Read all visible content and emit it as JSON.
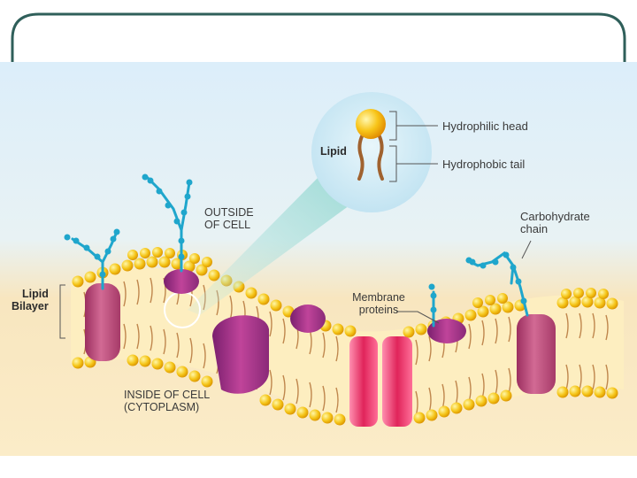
{
  "labels": {
    "outside_cell": [
      "OUTSIDE",
      "OF CELL"
    ],
    "lipid_bilayer": [
      "Lipid",
      "Bilayer"
    ],
    "membrane_proteins": [
      "Membrane",
      "proteins"
    ],
    "carbohydrate_chain": [
      "Carbohydrate",
      "chain"
    ],
    "inside_cell": [
      "INSIDE OF CELL",
      "(CYTOPLASM)"
    ],
    "lipid": "Lipid",
    "hydrophilic_head": "Hydrophilic head",
    "hydrophobic_tail": "Hydrophobic tail"
  },
  "colors": {
    "frame": "#2f5f5a",
    "background_top": "#dceefa",
    "background_bottom": "#f7deb0",
    "lipid_head": "#f4c21c",
    "lipid_tail": "#b5753a",
    "membrane_body": "#fdeec0",
    "protein_pink": "#c8507e",
    "protein_red": "#d81e4c",
    "protein_purple": "#a8308a",
    "carbohydrate": "#1fa6cc",
    "inset_bubble": "#cfeaf6"
  }
}
